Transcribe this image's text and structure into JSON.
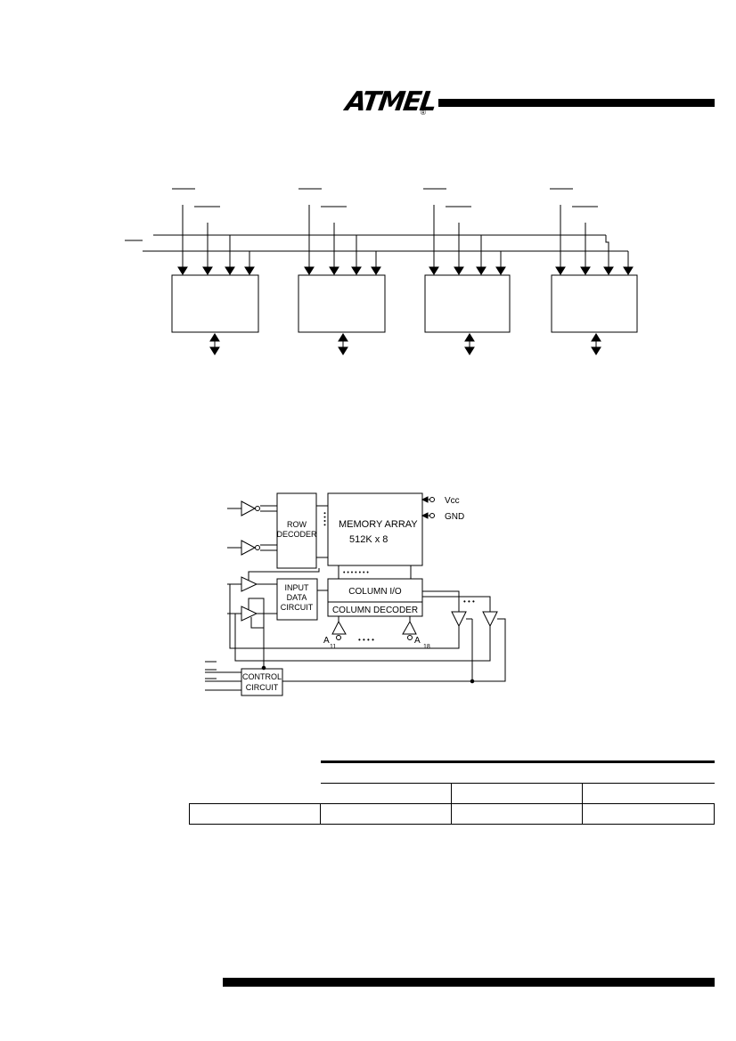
{
  "header": {
    "logo_text": "ATMEL",
    "logo_mark": "®"
  },
  "block_diagram": {
    "vcc_label": "Vcc",
    "gnd_label": "GND",
    "row_decoder_line1": "ROW",
    "row_decoder_line2": "DECODER",
    "memory_array_line1": "MEMORY ARRAY",
    "memory_array_line2": "512K x 8",
    "input_data_line1": "INPUT",
    "input_data_line2": "DATA",
    "input_data_line3": "CIRCUIT",
    "column_io": "COLUMN I/O",
    "column_decoder": "COLUMN DECODER",
    "control_line1": "CONTROL",
    "control_line2": "CIRCUIT",
    "a11_letter": "A",
    "a11_sub": "11",
    "a18_letter": "A",
    "a18_sub": "18",
    "dots_h": "• • • •",
    "dots_bus": "• • • • • • •",
    "dots_v": "• • • •",
    "dots_buffers": "• • •"
  }
}
